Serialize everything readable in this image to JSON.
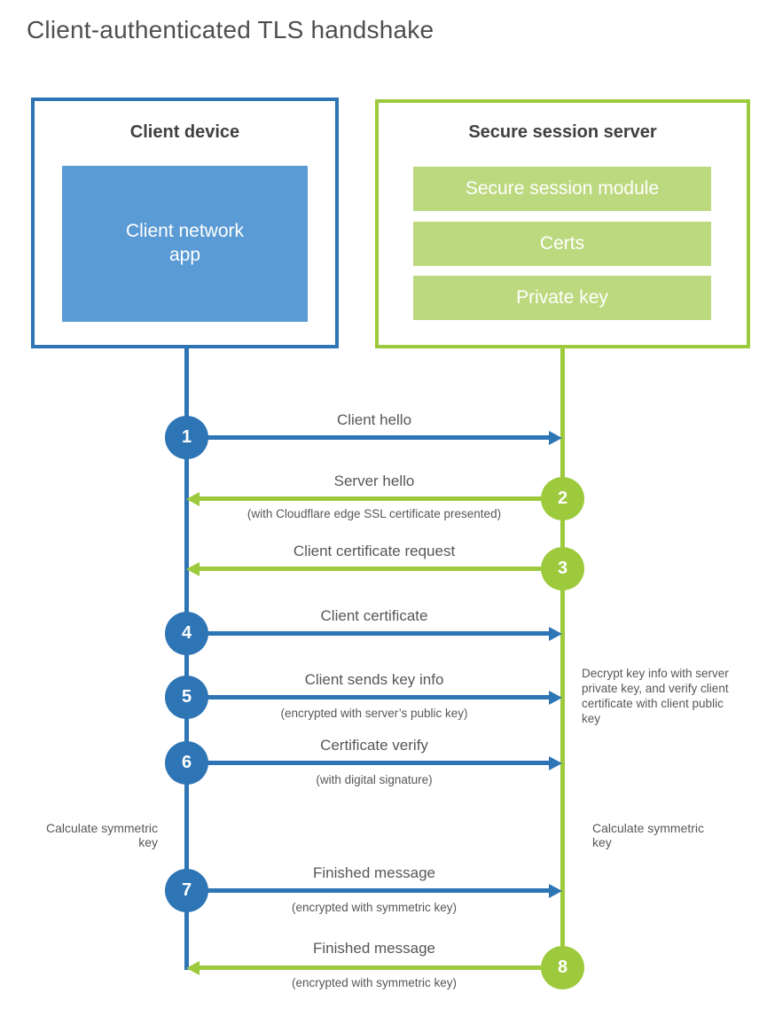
{
  "title": "Client-authenticated TLS handshake",
  "colors": {
    "blue": "#2e75b6",
    "blue_light": "#5b9bd5",
    "green": "#9dca3c",
    "green_light": "#bcd97f"
  },
  "client": {
    "header": "Client device",
    "app_label": "Client network app"
  },
  "server": {
    "header": "Secure session server",
    "modules": [
      "Secure session module",
      "Certs",
      "Private key"
    ]
  },
  "messages": [
    {
      "num": "1",
      "from": "client",
      "to": "server",
      "label": "Client hello",
      "sub": ""
    },
    {
      "num": "2",
      "from": "server",
      "to": "client",
      "label": "Server hello",
      "sub": "(with Cloudflare edge SSL certificate presented)"
    },
    {
      "num": "3",
      "from": "server",
      "to": "client",
      "label": "Client certificate request",
      "sub": ""
    },
    {
      "num": "4",
      "from": "client",
      "to": "server",
      "label": "Client certificate",
      "sub": ""
    },
    {
      "num": "5",
      "from": "client",
      "to": "server",
      "label": "Client sends key info",
      "sub": "(encrypted with server’s public key)"
    },
    {
      "num": "6",
      "from": "client",
      "to": "server",
      "label": "Certificate verify",
      "sub": "(with digital signature)"
    },
    {
      "num": "7",
      "from": "client",
      "to": "server",
      "label": "Finished message",
      "sub": "(encrypted with symmetric key)"
    },
    {
      "num": "8",
      "from": "server",
      "to": "client",
      "label": "Finished message",
      "sub": "(encrypted with symmetric key)"
    }
  ],
  "notes": {
    "decrypt": "Decrypt key info with server private key, and verify client certificate with client public key",
    "calc_left": "Calculate symmetric key",
    "calc_right": "Calculate symmetric key"
  }
}
